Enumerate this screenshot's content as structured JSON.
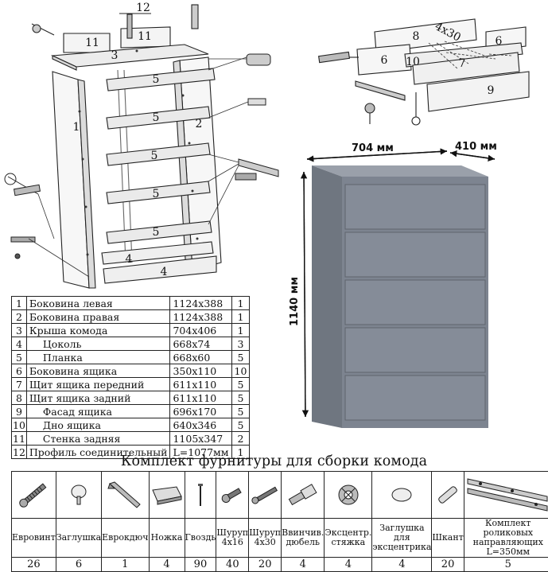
{
  "assembly": {
    "top_label": "12",
    "part_labels": [
      {
        "id": "p1",
        "text": "1"
      },
      {
        "id": "p2",
        "text": "2"
      },
      {
        "id": "p3",
        "text": "3"
      },
      {
        "id": "p4a",
        "text": "4"
      },
      {
        "id": "p4b",
        "text": "4"
      },
      {
        "id": "p5a",
        "text": "5"
      },
      {
        "id": "p5b",
        "text": "5"
      },
      {
        "id": "p5c",
        "text": "5"
      },
      {
        "id": "p5d",
        "text": "5"
      },
      {
        "id": "p5e",
        "text": "5"
      },
      {
        "id": "p11a",
        "text": "11"
      },
      {
        "id": "p11b",
        "text": "11"
      }
    ]
  },
  "drawer": {
    "labels": {
      "d8": "8",
      "d6a": "6",
      "d6b": "6",
      "d10": "10",
      "d7": "7",
      "d9": "9",
      "screw": "4x30"
    }
  },
  "dims": {
    "width": "704 мм",
    "depth": "410 мм",
    "height": "1140 мм"
  },
  "product_color": "#7d8490",
  "parts": [
    {
      "n": "1",
      "name": "Боковина левая",
      "dims": "1124x388",
      "qty": "1",
      "indent": false
    },
    {
      "n": "2",
      "name": "Боковина правая",
      "dims": "1124x388",
      "qty": "1",
      "indent": false
    },
    {
      "n": "3",
      "name": "Крыша комода",
      "dims": "704x406",
      "qty": "1",
      "indent": false
    },
    {
      "n": "4",
      "name": "Цоколь",
      "dims": "668x74",
      "qty": "3",
      "indent": true
    },
    {
      "n": "5",
      "name": "Планка",
      "dims": "668x60",
      "qty": "5",
      "indent": true
    },
    {
      "n": "6",
      "name": "Боковина ящика",
      "dims": "350x110",
      "qty": "10",
      "indent": false
    },
    {
      "n": "7",
      "name": "Щит ящика передний",
      "dims": "611x110",
      "qty": "5",
      "indent": false
    },
    {
      "n": "8",
      "name": "Щит ящика задний",
      "dims": "611x110",
      "qty": "5",
      "indent": false
    },
    {
      "n": "9",
      "name": "Фасад ящика",
      "dims": "696x170",
      "qty": "5",
      "indent": true
    },
    {
      "n": "10",
      "name": "Дно ящика",
      "dims": "640x346",
      "qty": "5",
      "indent": true
    },
    {
      "n": "11",
      "name": "Стенка задняя",
      "dims": "1105x347",
      "qty": "2",
      "indent": true
    },
    {
      "n": "12",
      "name": "Профиль соединительный",
      "dims": "L=1077мм",
      "qty": "1",
      "indent": false
    }
  ],
  "hardware_title": "Комплект фурнитуры для сборки комода",
  "hardware": [
    {
      "icon": "eurovint-icon",
      "label": "Евровинт",
      "qty": "26"
    },
    {
      "icon": "plug-icon",
      "label": "Заглушка",
      "qty": "6"
    },
    {
      "icon": "hex-key-icon",
      "label": "Еврокдюч",
      "qty": "1"
    },
    {
      "icon": "foot-icon",
      "label": "Ножка",
      "qty": "4"
    },
    {
      "icon": "nail-icon",
      "label": "Гвоздь",
      "qty": "90"
    },
    {
      "icon": "screw-short-icon",
      "label": "Шуруп 4x16",
      "qty": "40"
    },
    {
      "icon": "screw-long-icon",
      "label": "Шуруп 4x30",
      "qty": "20"
    },
    {
      "icon": "dowel-icon",
      "label": "Ввинчив. дюбель",
      "qty": "4"
    },
    {
      "icon": "cam-icon",
      "label": "Эксцентр. стяжка",
      "qty": "4"
    },
    {
      "icon": "cap-icon",
      "label": "Заглушка для эксцентрика",
      "qty": "4"
    },
    {
      "icon": "pin-icon",
      "label": "Шкант",
      "qty": "20"
    },
    {
      "icon": "rail-icon",
      "label": "Комплект роликовых направляющих L=350мм",
      "qty": "5"
    }
  ]
}
